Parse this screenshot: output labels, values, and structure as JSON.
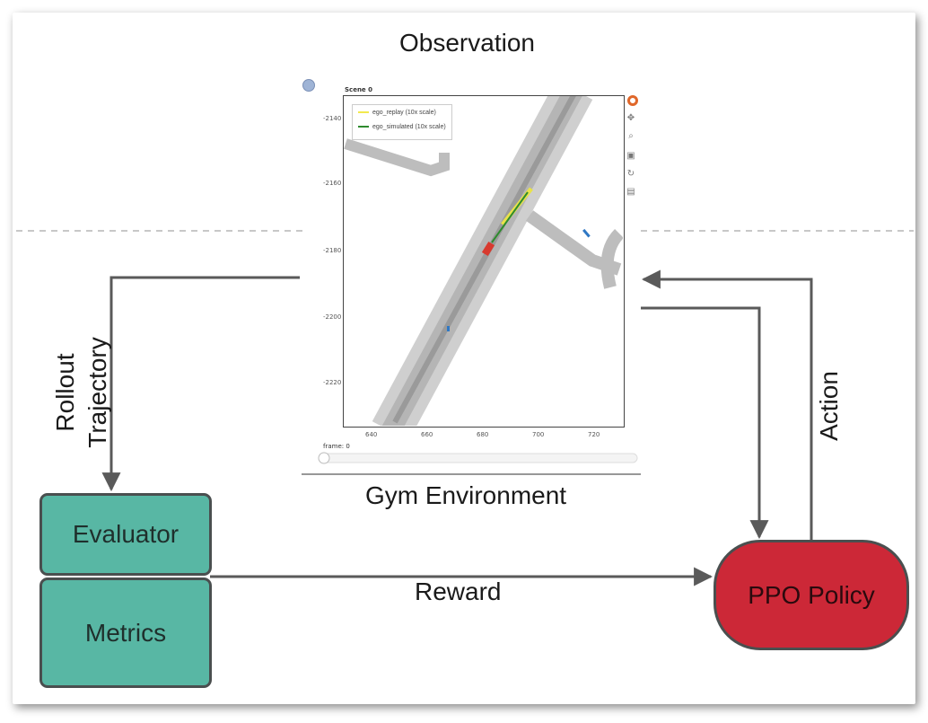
{
  "labels": {
    "observation": "Observation",
    "gym_environment": "Gym Environment",
    "rollout_line1": "Rollout",
    "rollout_line2": "Trajectory",
    "action": "Action",
    "reward": "Reward"
  },
  "boxes": {
    "evaluator": "Evaluator",
    "metrics": "Metrics",
    "policy": "PPO Policy"
  },
  "plot": {
    "scene_title": "Scene 0",
    "legend": [
      {
        "label": "ego_replay (10x scale)",
        "color": "#f2e94e"
      },
      {
        "label": "ego_simulated (10x scale)",
        "color": "#2e8b2e"
      }
    ],
    "y_ticks": [
      "-2140",
      "-2160",
      "-2180",
      "-2200",
      "-2220"
    ],
    "x_ticks": [
      "640",
      "660",
      "680",
      "700",
      "720"
    ],
    "frame_label": "frame: 0"
  },
  "colors": {
    "teal": "#58b7a4",
    "policy_red": "#cc2837",
    "arrow": "#5a5a5a"
  },
  "icons": [
    "user-icon",
    "color-wheel-icon",
    "pan-icon",
    "zoom-icon",
    "save-icon",
    "reset-icon",
    "hover-icon"
  ]
}
